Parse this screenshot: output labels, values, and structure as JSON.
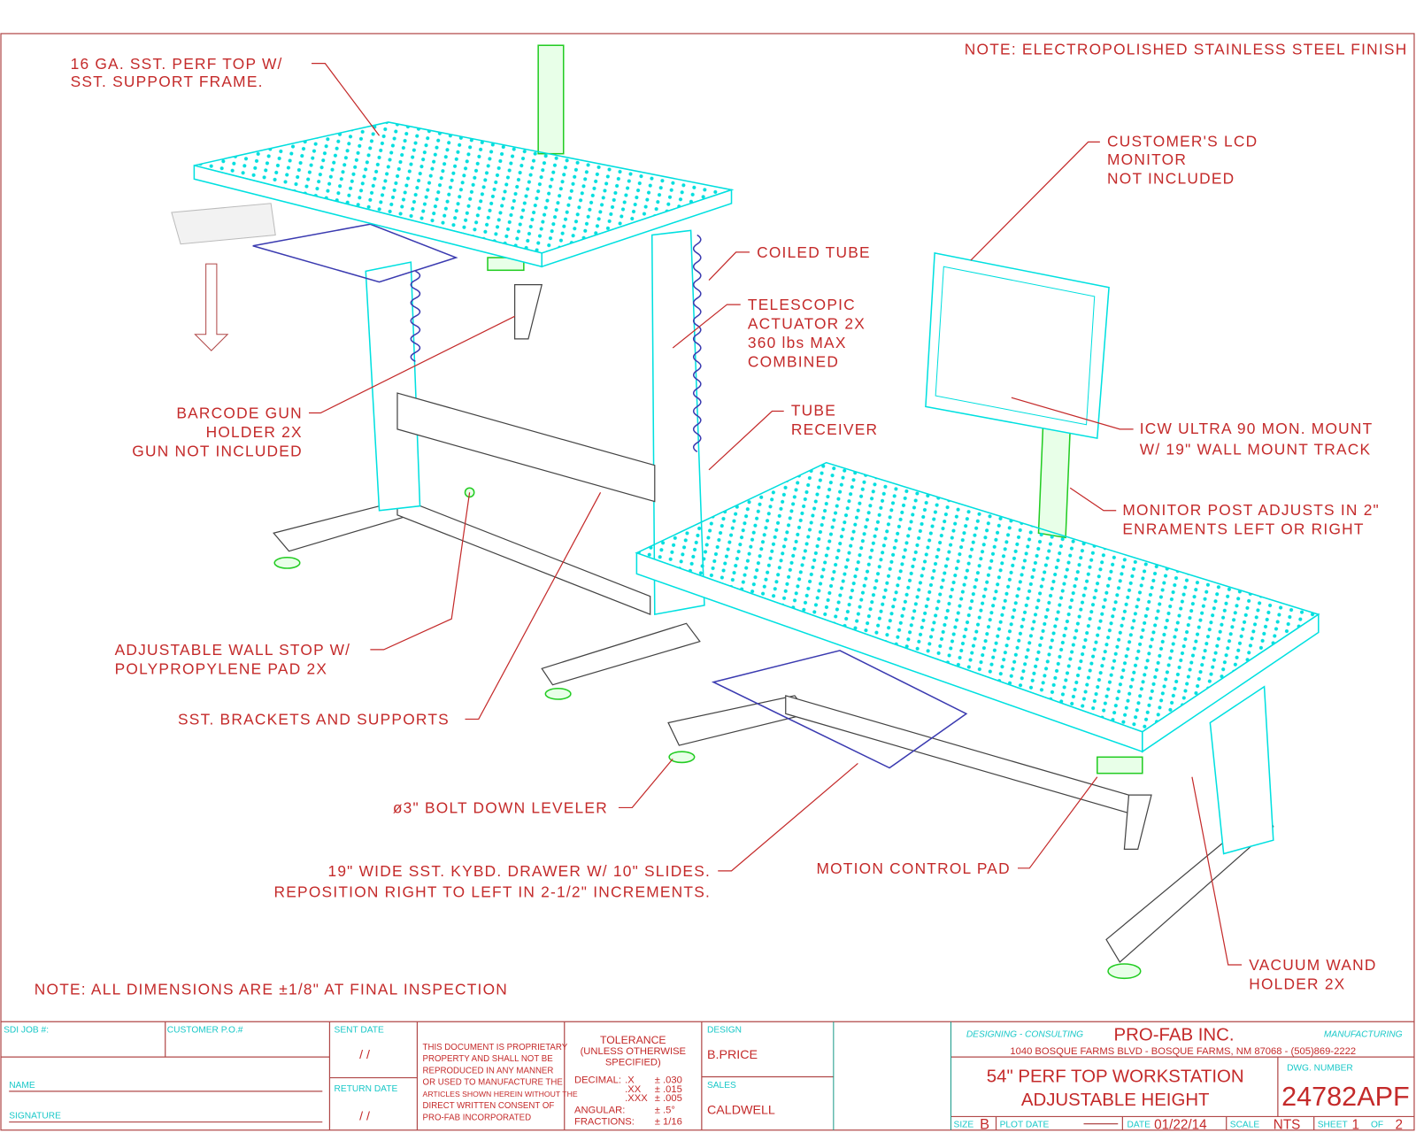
{
  "notes": {
    "finish": "NOTE: ELECTROPOLISHED STAINLESS STEEL FINISH",
    "dimensions": "NOTE: ALL DIMENSIONS ARE ±1/8\" AT FINAL INSPECTION"
  },
  "callouts": {
    "perf_top": [
      "16 GA. SST. PERF TOP W/",
      "SST. SUPPORT FRAME."
    ],
    "lcd": [
      "CUSTOMER'S LCD",
      "MONITOR",
      "NOT INCLUDED"
    ],
    "coiled_tube": [
      "COILED TUBE"
    ],
    "actuator": [
      "TELESCOPIC",
      "ACTUATOR 2X",
      "360 lbs MAX",
      "COMBINED"
    ],
    "barcode": [
      "BARCODE GUN",
      "HOLDER 2X",
      "GUN NOT INCLUDED"
    ],
    "tube_receiver": [
      "TUBE",
      "RECEIVER"
    ],
    "mon_mount": [
      "ICW ULTRA 90 MON. MOUNT",
      "W/ 19\" WALL MOUNT TRACK"
    ],
    "monitor_post": [
      "MONITOR POST ADJUSTS IN 2\"",
      "ENRAMENTS LEFT OR RIGHT"
    ],
    "wall_stop": [
      "ADJUSTABLE WALL STOP W/",
      "POLYPROPYLENE PAD 2X"
    ],
    "brackets": [
      "SST. BRACKETS AND SUPPORTS"
    ],
    "leveler": [
      "ø3\" BOLT DOWN LEVELER"
    ],
    "drawer": [
      "19\" WIDE SST. KYBD. DRAWER W/ 10\" SLIDES.",
      "REPOSITION RIGHT TO LEFT IN 2-1/2\" INCREMENTS."
    ],
    "motion_pad": [
      "MOTION CONTROL PAD"
    ],
    "vacuum": [
      "VACUUM WAND",
      "HOLDER 2X"
    ]
  },
  "title_block": {
    "sdi_job_label": "SDI JOB #:",
    "customer_po_label": "CUSTOMER P.O.#",
    "name_label": "NAME",
    "signature_label": "SIGNATURE",
    "sent_date_label": "SENT DATE",
    "sent_date": "/  /",
    "return_date_label": "RETURN DATE",
    "return_date": "/  /",
    "proprietary": [
      "THIS DOCUMENT IS PROPRIETARY",
      "PROPERTY AND SHALL NOT BE",
      "REPRODUCED IN ANY MANNER",
      "OR USED TO MANUFACTURE THE",
      "ARTICLES SHOWN HEREIN WITHOUT THE",
      "DIRECT WRITTEN CONSENT OF",
      "PRO-FAB INCORPORATED"
    ],
    "tolerance_title": [
      "TOLERANCE",
      "(UNLESS OTHERWISE",
      "SPECIFIED)"
    ],
    "decimal_label": "DECIMAL:",
    "decimal": [
      [
        ".X",
        "± .030"
      ],
      [
        ".XX",
        "± .015"
      ],
      [
        ".XXX",
        "± .005"
      ]
    ],
    "angular_label": "ANGULAR:",
    "angular": "± .5°",
    "fractions_label": "FRACTIONS:",
    "fractions": "± 1/16",
    "design_label": "DESIGN",
    "design": "B.PRICE",
    "sales_label": "SALES",
    "sales": "CALDWELL",
    "company_left": "DESIGNING - CONSULTING",
    "company": "PRO-FAB INC.",
    "company_right": "MANUFACTURING",
    "address": "1040 BOSQUE FARMS BLVD - BOSQUE FARMS, NM 87068 - (505)869-2222",
    "title": [
      "54\" PERF TOP   WORKSTATION",
      "ADJUSTABLE HEIGHT"
    ],
    "dwg_label": "DWG. NUMBER",
    "dwg_number": "24782APF",
    "size_label": "SIZE",
    "size": "B",
    "plot_date_label": "PLOT DATE",
    "date_label": "DATE",
    "date": "01/22/14",
    "scale_label": "SCALE",
    "scale": "NTS",
    "sheet_label": "SHEET",
    "sheet": "1",
    "of_label": "OF",
    "sheets": "2"
  }
}
